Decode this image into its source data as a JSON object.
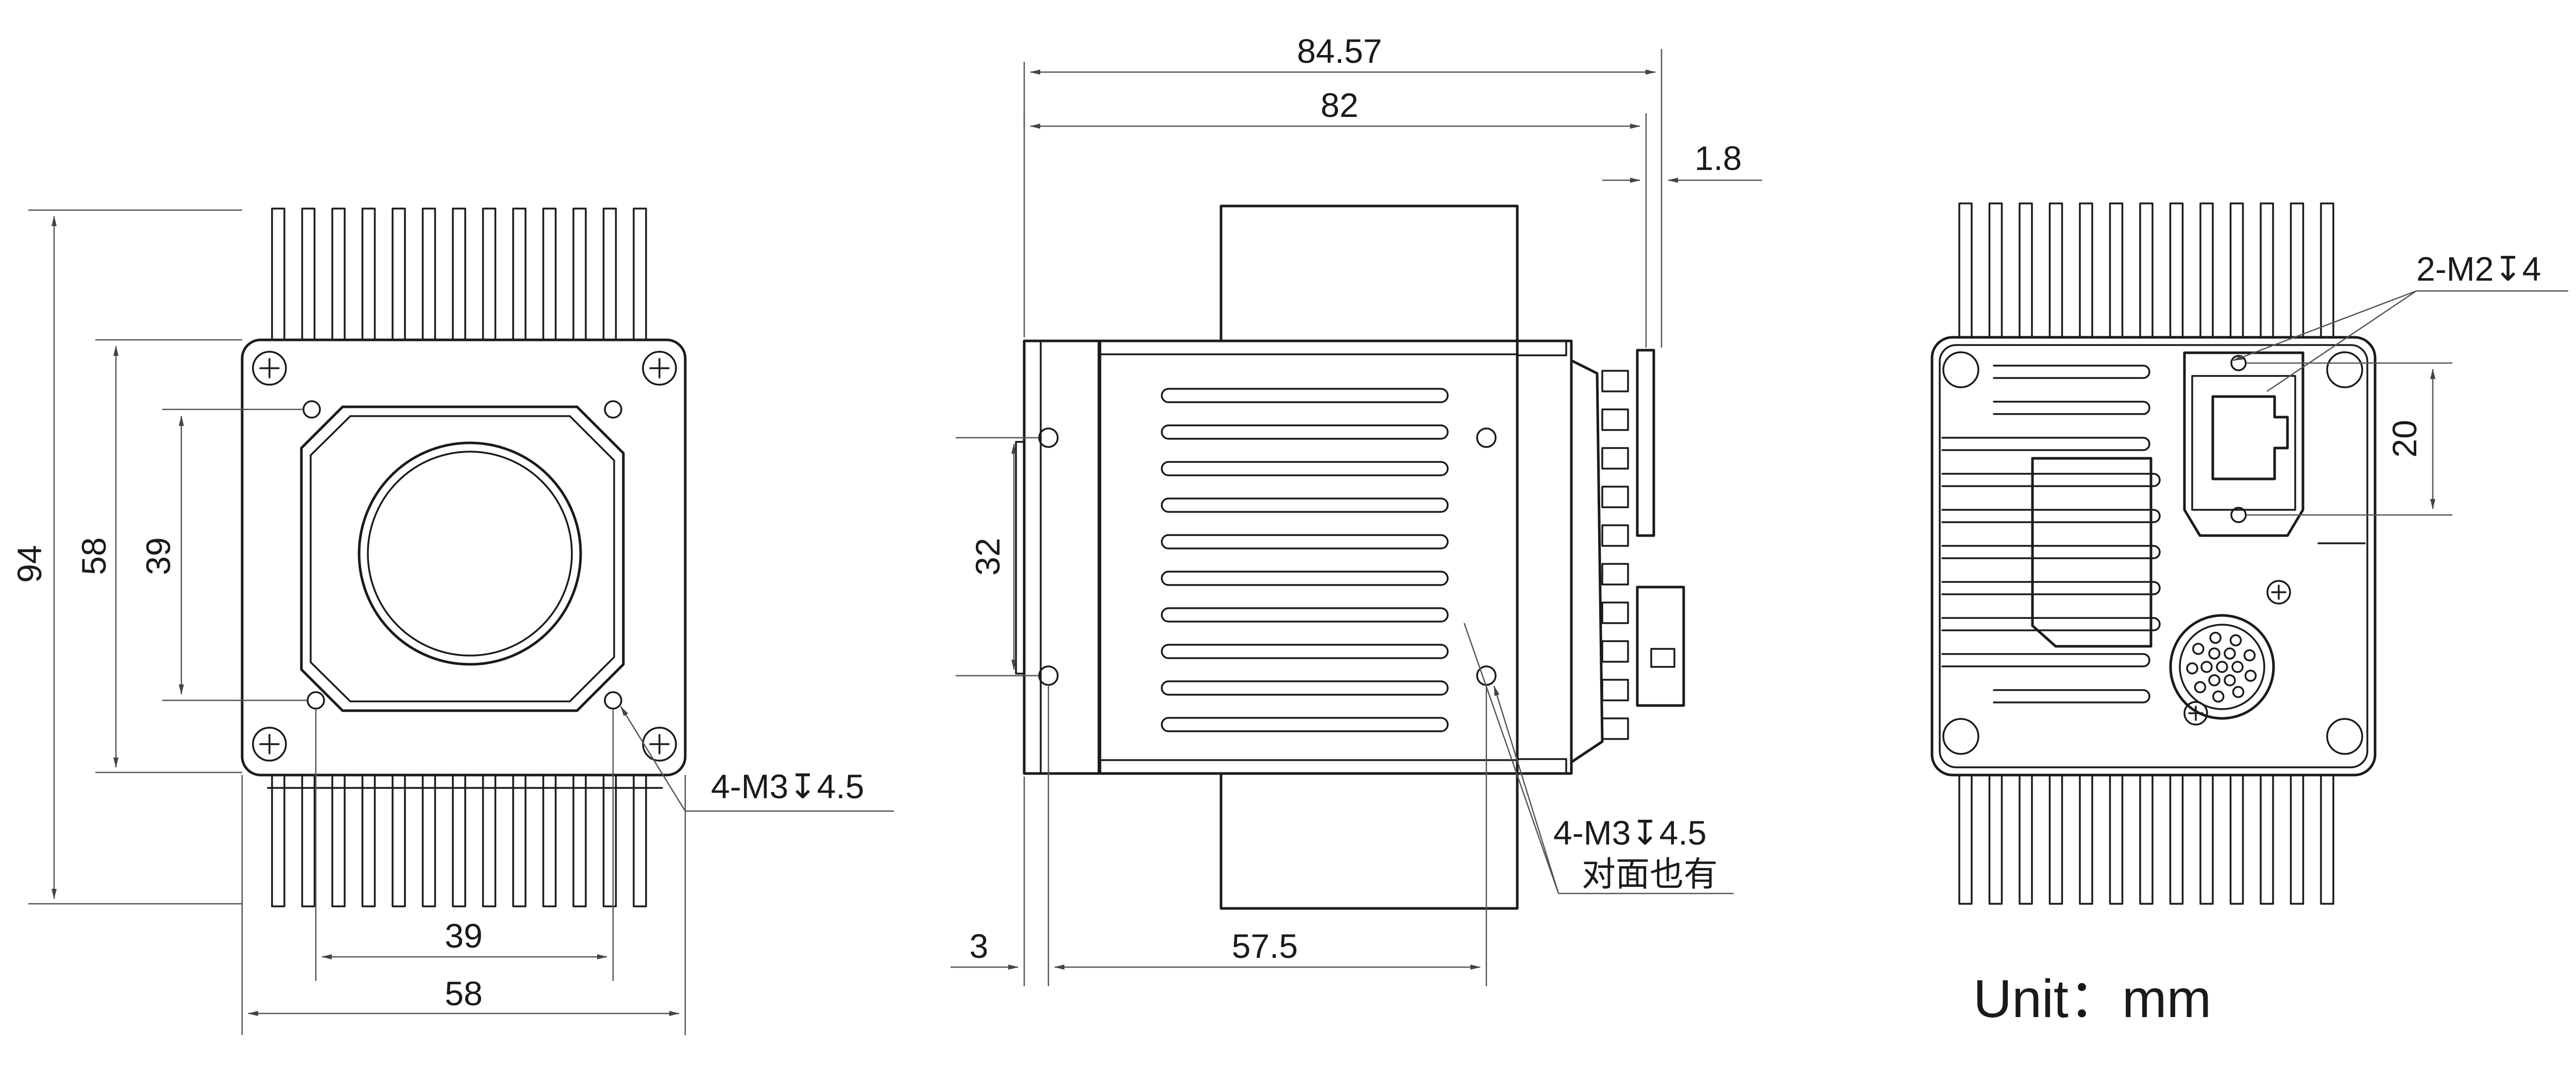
{
  "front_view": {
    "height_total": "94",
    "height_body": "58",
    "height_holes": "39",
    "width_holes": "39",
    "width_body": "58",
    "hole_callout": "4-M3↧4.5"
  },
  "side_view": {
    "length_total": "84.57",
    "length_body": "82",
    "flange": "1.8",
    "hole_spacing_vertical": "32",
    "front_offset": "3",
    "hole_spacing_horizontal": "57.5",
    "hole_callout": "4-M3↧4.5",
    "hole_callout_note": "对面也有"
  },
  "rear_view": {
    "hole_callout": "2-M2↧4",
    "hole_spacing": "20"
  },
  "unit_label": "Unit：mm"
}
